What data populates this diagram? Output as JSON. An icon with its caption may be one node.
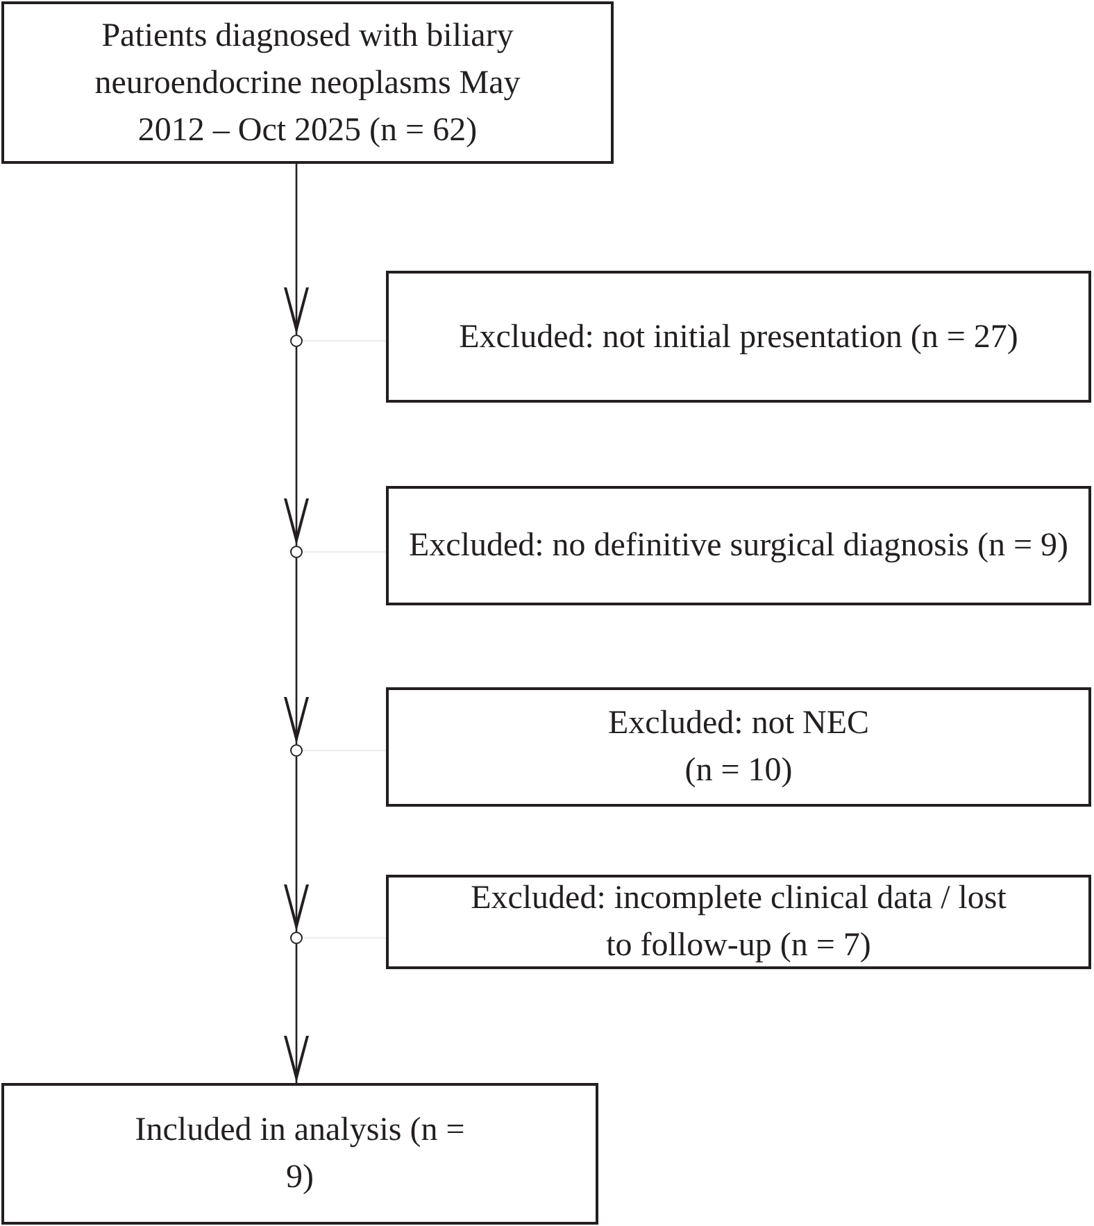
{
  "diagram": {
    "nodes": [
      {
        "text": [
          "Patients diagnosed with biliary neuroendocrine neoplasms May 2012 – Oct 2025 (n = 62)"
        ]
      },
      {
        "text": [],
        "shape": "circle"
      },
      {
        "text": [
          "Excluded: not initial presentation (n = 27)"
        ]
      },
      {
        "text": [],
        "shape": "circle"
      },
      {
        "text": [
          "Excluded: no definitive surgical diagnosis (n = 9)"
        ]
      },
      {
        "text": [],
        "shape": "circle"
      },
      {
        "text": [
          "Excluded: not NEC (n = 10)"
        ]
      },
      {
        "text": [],
        "shape": "circle"
      },
      {
        "text": [
          "Excluded: incomplete clinical data / lost to follow-up (n = 7)"
        ]
      },
      {
        "text": [
          "Included in analysis (n = 9)"
        ]
      }
    ],
    "edges": [
      {
        "from": 0,
        "to": 1,
        "arrow": "to"
      },
      {
        "from": 1,
        "to": 2,
        "arrow": "none",
        "color": "#eeeeee"
      },
      {
        "from": 1,
        "to": 3,
        "arrow": "to"
      },
      {
        "from": 3,
        "to": 4,
        "arrow": "none",
        "color": "#eeeeee"
      },
      {
        "from": 3,
        "to": 5,
        "arrow": "to"
      },
      {
        "from": 5,
        "to": 6,
        "arrow": "none",
        "color": "#eeeeee"
      },
      {
        "from": 5,
        "to": 7,
        "arrow": "to"
      },
      {
        "from": 7,
        "to": 8,
        "arrow": "none",
        "color": "#eeeeee"
      },
      {
        "from": 7,
        "to": 9,
        "arrow": "to"
      }
    ]
  }
}
